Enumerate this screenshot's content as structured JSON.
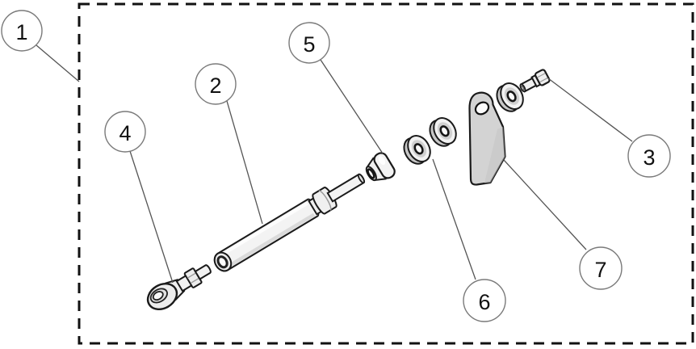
{
  "diagram": {
    "kind": "exploded-parts-diagram",
    "callouts": [
      {
        "number": "1"
      },
      {
        "number": "2"
      },
      {
        "number": "3"
      },
      {
        "number": "4"
      },
      {
        "number": "5"
      },
      {
        "number": "6"
      },
      {
        "number": "7"
      }
    ],
    "colors": {
      "background": "#ffffff",
      "outline": "#1a1a1a",
      "part_fill": "#f2f2f2",
      "part_shade": "#c9c9c9",
      "bracket_fill": "#d3d3d3",
      "leader_line": "#555555",
      "callout_circle_stroke": "#7a7a7a",
      "callout_text": "#111111",
      "boundary_dash": "#111111"
    }
  }
}
